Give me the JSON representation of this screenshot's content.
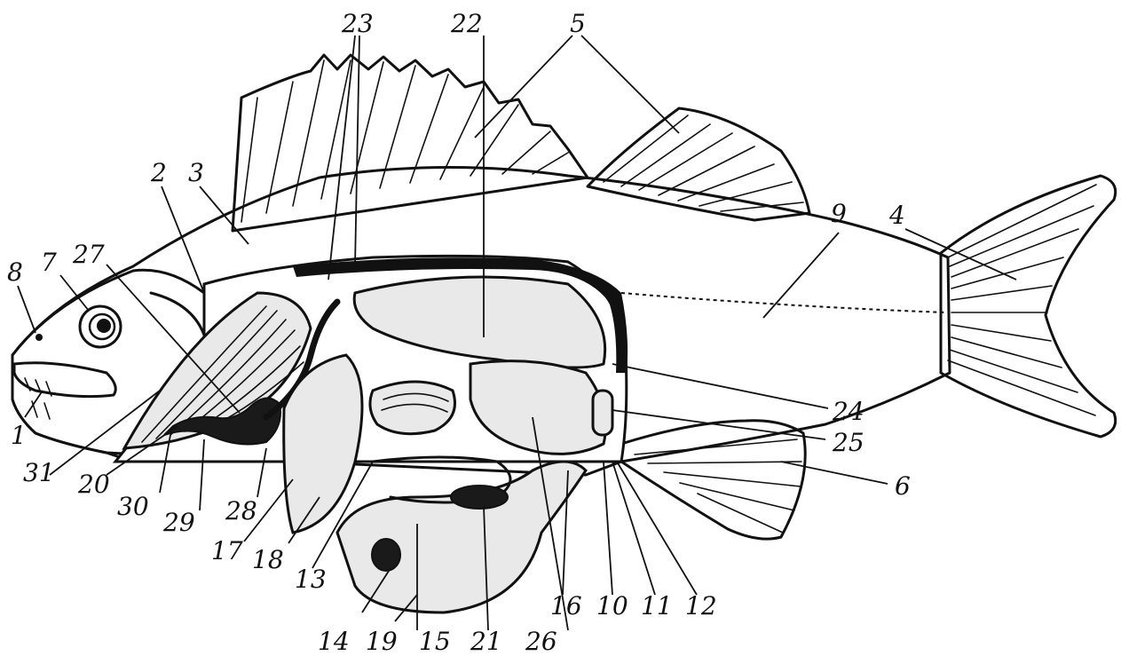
{
  "labels": {
    "l1": "1",
    "l2": "2",
    "l3": "3",
    "l4": "4",
    "l5": "5",
    "l6": "6",
    "l7": "7",
    "l8": "8",
    "l9": "9",
    "l10": "10",
    "l11": "11",
    "l12": "12",
    "l13": "13",
    "l14": "14",
    "l15": "15",
    "l16": "16",
    "l17": "17",
    "l18": "18",
    "l19": "19",
    "l20": "20",
    "l21": "21",
    "l22": "22",
    "l23": "23",
    "l24": "24",
    "l25": "25",
    "l26": "26",
    "l27": "27",
    "l28": "28",
    "l29": "29",
    "l30": "30",
    "l31": "31"
  }
}
